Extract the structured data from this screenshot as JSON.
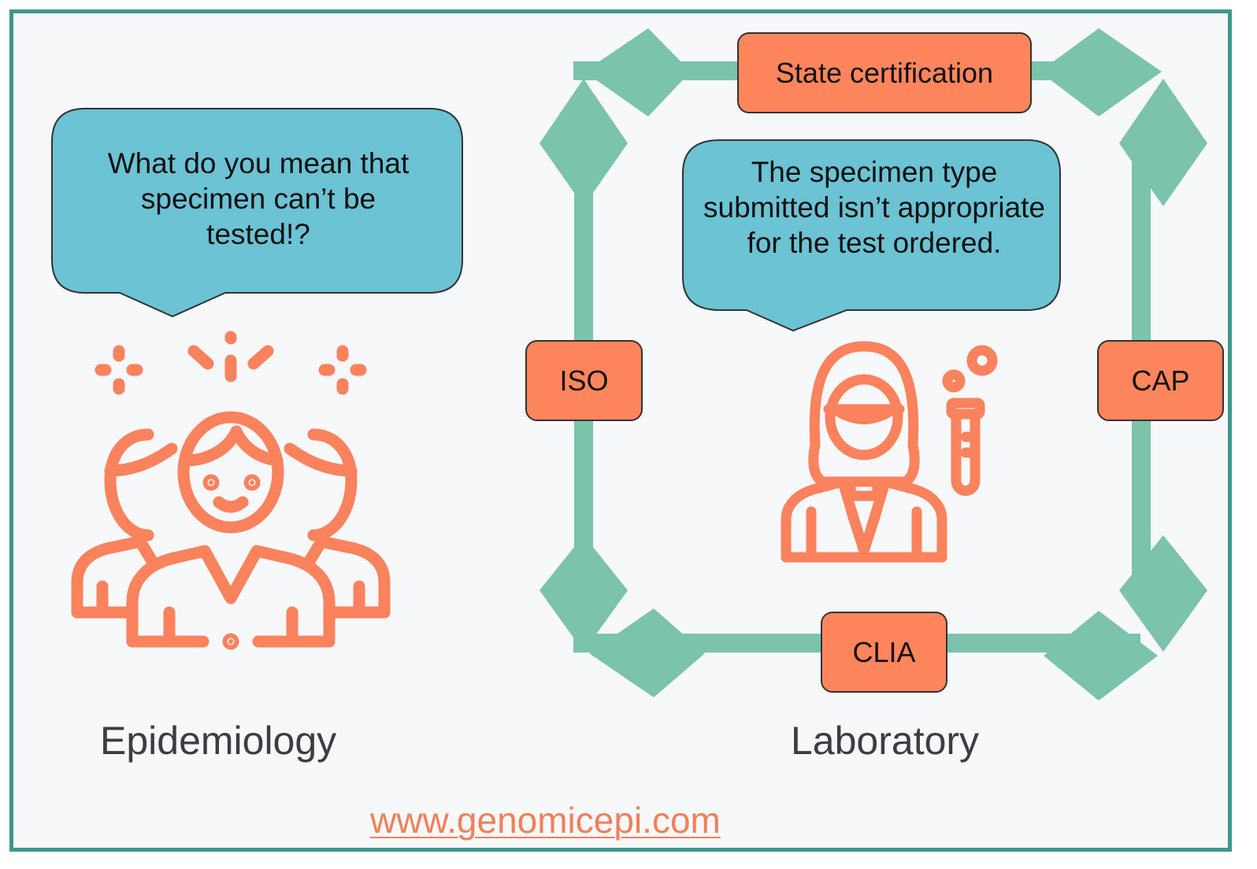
{
  "epidemiology": {
    "speech": "What do you mean that specimen can’t be tested!?",
    "caption": "Epidemiology",
    "icon": "group-of-people-icon"
  },
  "laboratory": {
    "speech": "The specimen type submitted  isn’t appropriate for the test ordered.",
    "caption": "Laboratory",
    "icon": "lab-scientist-icon"
  },
  "accreditations": {
    "top": "State certification",
    "left": "ISO",
    "right": "CAP",
    "bottom": "CLIA"
  },
  "footer": {
    "link": "www.genomicepi.com"
  },
  "colors": {
    "frame": "#3c978d",
    "bubble": "#6bc3d4",
    "box": "#ff855c",
    "track": "#7bc3ab",
    "icon": "#fa825d",
    "link": "#f0805a"
  }
}
